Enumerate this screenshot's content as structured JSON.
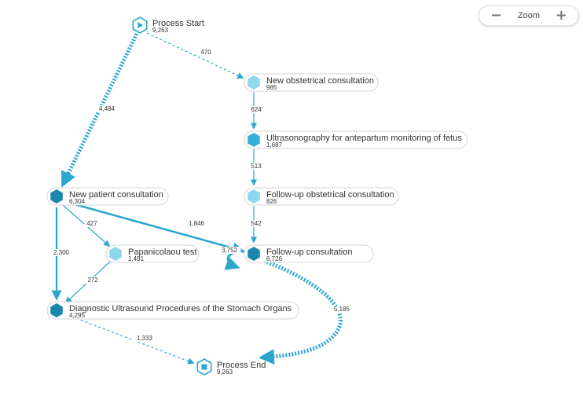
{
  "zoom": {
    "label": "Zoom",
    "minus": "−",
    "plus": "+"
  },
  "colors": {
    "edge": "#2aa6cf",
    "edge_dark": "#1a8fbf",
    "node_dark": "#1c87ad",
    "node_mid": "#35b0d6",
    "node_light": "#8ed8ef",
    "start_icon": "#2aa6cf"
  },
  "nodes": [
    {
      "id": "start",
      "label": "Process Start",
      "count": "9,263",
      "kind": "start"
    },
    {
      "id": "nobc",
      "label": "New obstetrical consultation",
      "count": "985",
      "kind": "activity"
    },
    {
      "id": "ultra",
      "label": "Ultrasonography for antepartum monitoring of fetus",
      "count": "1,687",
      "kind": "activity"
    },
    {
      "id": "fuob",
      "label": "Follow-up obstetrical consultation",
      "count": "826",
      "kind": "activity"
    },
    {
      "id": "npc",
      "label": "New patient consultation",
      "count": "6,304",
      "kind": "activity"
    },
    {
      "id": "pap",
      "label": "Papanicolaou test",
      "count": "1,491",
      "kind": "activity"
    },
    {
      "id": "fuc",
      "label": "Follow-up consultation",
      "count": "6,726",
      "kind": "activity"
    },
    {
      "id": "dus",
      "label": "Diagnostic Ultrasound Procedures of the Stomach Organs",
      "count": "4,295",
      "kind": "activity"
    },
    {
      "id": "end",
      "label": "Process End",
      "count": "9,263",
      "kind": "end"
    }
  ],
  "edges": [
    {
      "from": "start",
      "to": "nobc",
      "value": "470"
    },
    {
      "from": "start",
      "to": "npc",
      "value": "4,484"
    },
    {
      "from": "nobc",
      "to": "ultra",
      "value": "624"
    },
    {
      "from": "ultra",
      "to": "fuob",
      "value": "513"
    },
    {
      "from": "fuob",
      "to": "fuc",
      "value": "542"
    },
    {
      "from": "npc",
      "to": "fuc",
      "value": "1,846"
    },
    {
      "from": "npc",
      "to": "pap",
      "value": "427"
    },
    {
      "from": "npc",
      "to": "dus",
      "value": "2,300"
    },
    {
      "from": "pap",
      "to": "dus",
      "value": "272"
    },
    {
      "from": "fuc",
      "to": "fuc",
      "value": "3,752"
    },
    {
      "from": "fuc",
      "to": "end",
      "value": "5,185"
    },
    {
      "from": "dus",
      "to": "end",
      "value": "1,333"
    }
  ]
}
